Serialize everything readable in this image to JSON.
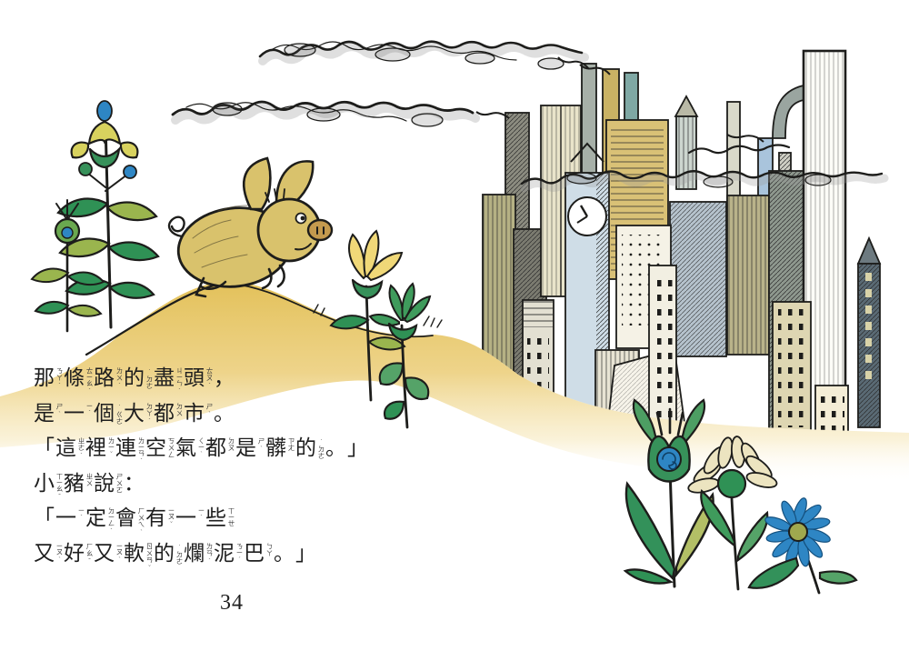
{
  "page": {
    "number": "34"
  },
  "story_text": {
    "plain": [
      "那條路的盡頭，",
      "是一個大都市。",
      "「這裡連空氣都是髒的。」",
      "小豬說：",
      "「一定會有一些",
      "又好又軟的爛泥巴。」"
    ],
    "lines": [
      {
        "segments": [
          {
            "ch": "那",
            "zy": "ㄋㄚˋ"
          },
          {
            "ch": "條",
            "zy": "ㄊㄧㄠˊ"
          },
          {
            "ch": "路",
            "zy": "ㄌㄨˋ"
          },
          {
            "ch": "的",
            "zy": "˙ㄉㄜ"
          },
          {
            "ch": "盡",
            "zy": "ㄐㄧㄣˋ"
          },
          {
            "ch": "頭",
            "zy": "ㄊㄡˊ"
          },
          {
            "ch": "，",
            "zy": ""
          }
        ]
      },
      {
        "segments": [
          {
            "ch": "是",
            "zy": "ㄕˋ"
          },
          {
            "ch": "一",
            "zy": "ㄧˊ"
          },
          {
            "ch": "個",
            "zy": "˙ㄍㄜ"
          },
          {
            "ch": "大",
            "zy": "ㄉㄚˋ"
          },
          {
            "ch": "都",
            "zy": "ㄉㄨ"
          },
          {
            "ch": "市",
            "zy": "ㄕˋ"
          },
          {
            "ch": "。",
            "zy": ""
          }
        ]
      },
      {
        "segments": [
          {
            "ch": "「",
            "zy": ""
          },
          {
            "ch": "這",
            "zy": "ㄓㄜˋ"
          },
          {
            "ch": "裡",
            "zy": "ㄌㄧˇ"
          },
          {
            "ch": "連",
            "zy": "ㄌㄧㄢˊ"
          },
          {
            "ch": "空",
            "zy": "ㄎㄨㄥ"
          },
          {
            "ch": "氣",
            "zy": "ㄑㄧˋ"
          },
          {
            "ch": "都",
            "zy": "ㄉㄡ"
          },
          {
            "ch": "是",
            "zy": "ㄕˋ"
          },
          {
            "ch": "髒",
            "zy": "ㄗㄤ"
          },
          {
            "ch": "的",
            "zy": "˙ㄉㄜ"
          },
          {
            "ch": "。",
            "zy": ""
          },
          {
            "ch": "」",
            "zy": ""
          }
        ]
      },
      {
        "segments": [
          {
            "ch": "小",
            "zy": "ㄒㄧㄠˇ"
          },
          {
            "ch": "豬",
            "zy": "ㄓㄨ"
          },
          {
            "ch": "說",
            "zy": "ㄕㄨㄛ"
          },
          {
            "ch": "：",
            "zy": ""
          }
        ]
      },
      {
        "segments": [
          {
            "ch": "「",
            "zy": ""
          },
          {
            "ch": "一",
            "zy": "ㄧˊ"
          },
          {
            "ch": "定",
            "zy": "ㄉㄧㄥˋ"
          },
          {
            "ch": "會",
            "zy": "ㄏㄨㄟˋ"
          },
          {
            "ch": "有",
            "zy": "ㄧㄡˇ"
          },
          {
            "ch": "一",
            "zy": "ㄧˋ"
          },
          {
            "ch": "些",
            "zy": "ㄒㄧㄝ"
          }
        ]
      },
      {
        "segments": [
          {
            "ch": "又",
            "zy": "ㄧㄡˋ"
          },
          {
            "ch": "好",
            "zy": "ㄏㄠˇ"
          },
          {
            "ch": "又",
            "zy": "ㄧㄡˋ"
          },
          {
            "ch": "軟",
            "zy": "ㄖㄨㄢˇ"
          },
          {
            "ch": "的",
            "zy": "˙ㄉㄜ"
          },
          {
            "ch": "爛",
            "zy": "ㄌㄢˋ"
          },
          {
            "ch": "泥",
            "zy": "ㄋㄧˊ"
          },
          {
            "ch": "巴",
            "zy": "ㄅㄚ"
          },
          {
            "ch": "。",
            "zy": ""
          },
          {
            "ch": "」",
            "zy": ""
          }
        ]
      }
    ]
  },
  "illustration": {
    "elements": [
      "running-pig",
      "yellow-hill",
      "city-skyline",
      "smokestacks",
      "smoke-trails",
      "clock-tower",
      "tall-flower-plant",
      "bud-plant",
      "yellow-cup-flower",
      "green-splay-flower",
      "green-tulip-flower",
      "cream-daisy",
      "blue-daisy"
    ],
    "colors": {
      "hill": "#e5c25c",
      "pig": "#d9c26c",
      "leaf_green": "#2f9155",
      "olive": "#a9b94e",
      "accent_blue": "#2e86c4",
      "city_bluegray": "#b9c6d0",
      "city_gold": "#d9c176",
      "city_cream": "#efe8d2",
      "clock_tower_blue": "#cfdde7",
      "ink": "#1d1d1b"
    }
  }
}
